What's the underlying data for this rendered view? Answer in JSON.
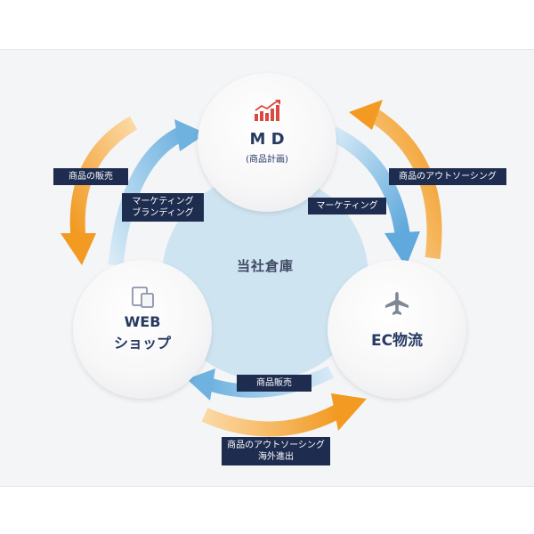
{
  "center": {
    "label": "当社倉庫"
  },
  "nodes": {
    "md": {
      "title": "M D",
      "subtitle": "(商品計画)",
      "icon": "growth-chart-icon"
    },
    "web": {
      "title_line1": "WEB",
      "title_line2": "ショップ",
      "icon": "devices-icon"
    },
    "ec": {
      "title": "EC物流",
      "icon": "airplane-icon"
    }
  },
  "tags": {
    "sales": "商品の販売",
    "marketing_branding_line1": "マーケティング",
    "marketing_branding_line2": "ブランディング",
    "marketing": "マーケティング",
    "outsourcing": "商品のアウトソーシング",
    "product_sales": "商品販売",
    "outsourcing_overseas_line1": "商品のアウトソーシング",
    "outsourcing_overseas_line2": "海外進出"
  },
  "colors": {
    "orange": "#f2a02e",
    "blue": "#7ab8e2",
    "navy": "#1d2c4f",
    "center": "#cfe4f1"
  }
}
